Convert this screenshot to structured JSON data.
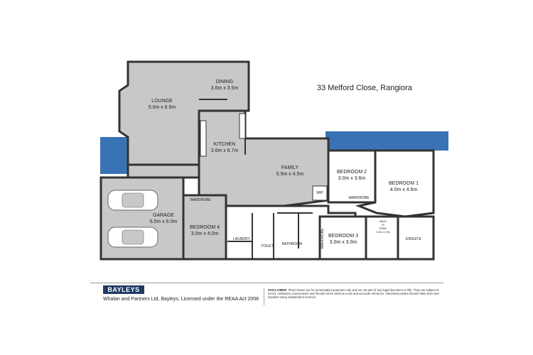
{
  "address": "33 Melford Close, Rangiora",
  "rooms": {
    "lounge": {
      "name": "LOUNGE",
      "dims": "5.0m x 6.9m"
    },
    "dining": {
      "name": "DINING",
      "dims": "3.6m x 3.5m"
    },
    "kitchen": {
      "name": "KITCHEN",
      "dims": "3.6m x 6.7m"
    },
    "family": {
      "name": "FAMILY",
      "dims": "5.9m x 4.5m"
    },
    "bedroom2": {
      "name": "BEDROOM 2",
      "dims": "3.0m x 3.6m"
    },
    "bedroom1": {
      "name": "BEDROOM 1",
      "dims": "4.0m x 4.6m"
    },
    "garage": {
      "name": "GARAGE",
      "dims": "6.0m x 6.0m"
    },
    "bedroom4": {
      "name": "BEDROOM 4",
      "dims": "3.0m x 4.0m"
    },
    "bedroom3": {
      "name": "BEDROOM 3",
      "dims": "3.0m x 3.0m"
    }
  },
  "labels": {
    "wardrobe": "WARDROBE",
    "wardrobe_b2": "WARDROBE",
    "wardrobe_b3": "WARDROBE",
    "laundry": "LAUNDRY",
    "toilet": "TOILET",
    "bathroom": "BATHROOM",
    "ensuite": "ENSUITE",
    "wip": "WIP",
    "walk_in_robe": [
      "WALK",
      "IN",
      "ROBE"
    ],
    "walk_in_robe_dims": "2.4m x 2.0m"
  },
  "footer": {
    "logo": "BAYLEYS",
    "license": "Whalan and Partners Ltd, Bayleys, Licensed under the REAA Act 2008",
    "disclaimer_title": "DISCLAIMER:",
    "disclaimer_text": "Plans shown are for presentation purposes only and are not part of any legal document or title. They are subject to errors, omissions, inaccuracies and should not be used as a site and accurate reference. Interested parties should make their own inquiries using independent sources."
  },
  "colors": {
    "wall": "#333333",
    "floor": "#c8c8c8",
    "deck": "#3d7abf",
    "logo": "#1f3b66"
  }
}
